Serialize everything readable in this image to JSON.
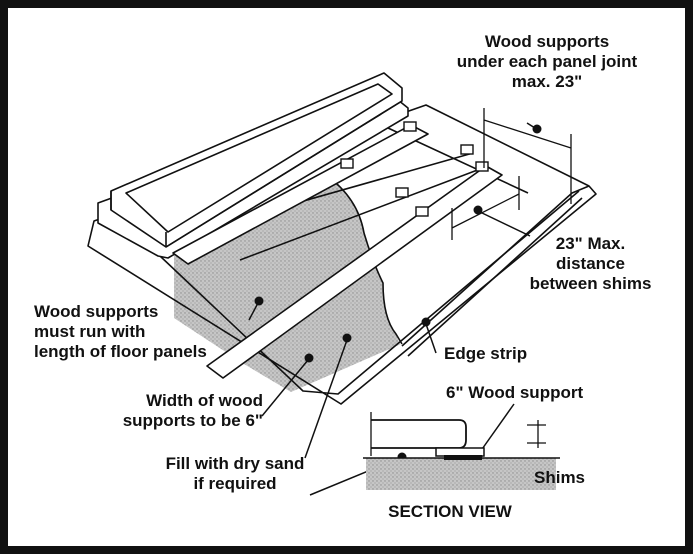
{
  "colors": {
    "frame": "#111111",
    "ink": "#111111",
    "sand": "#c6c6c6"
  },
  "labels": {
    "wood_supports_joint": [
      "Wood supports",
      "under each panel joint",
      "max. 23\""
    ],
    "max_distance_shims": [
      "23\" Max.",
      "distance",
      "between shims"
    ],
    "wood_supports_run": [
      "Wood supports",
      "must run with",
      "length of floor panels"
    ],
    "edge_strip": [
      "Edge strip"
    ],
    "width_supports": [
      "Width of wood",
      "supports to be 6\""
    ],
    "fill_sand": [
      "Fill with dry sand",
      "if required"
    ],
    "six_inch_support": [
      "6\" Wood support"
    ],
    "shims": [
      "Shims"
    ],
    "section_view": [
      "SECTION VIEW"
    ]
  }
}
